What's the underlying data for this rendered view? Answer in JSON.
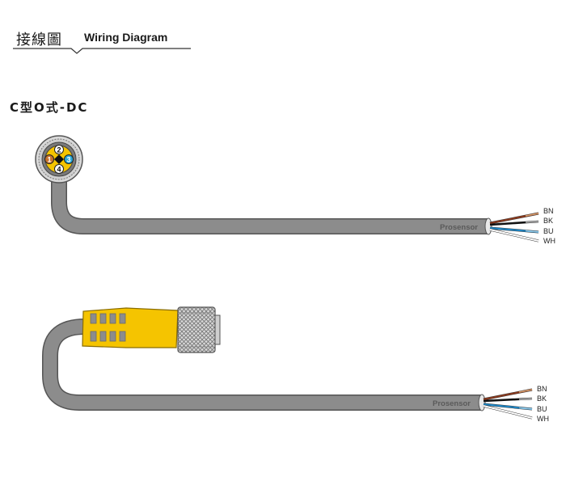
{
  "header": {
    "title_cn": "接線圖",
    "title_en": "Wiring Diagram"
  },
  "section": {
    "title": "C型O式-DC"
  },
  "cable_top": {
    "brand": "Prosensor",
    "wires": [
      "BN",
      "BK",
      "BU",
      "WH"
    ],
    "pins": [
      "1",
      "2",
      "3",
      "4"
    ]
  },
  "cable_bottom": {
    "brand": "Prosensor",
    "wires": [
      "BN",
      "BK",
      "BU",
      "WH"
    ]
  },
  "colors": {
    "cable": "#8c8c8c",
    "connector_yellow": "#f5c400",
    "wire_brown": "#8b3a1e",
    "wire_black": "#1a1a1a",
    "wire_blue": "#1e88c8",
    "wire_white": "#ffffff",
    "pin1": "#c8732e",
    "pin3": "#2aa8d8"
  }
}
